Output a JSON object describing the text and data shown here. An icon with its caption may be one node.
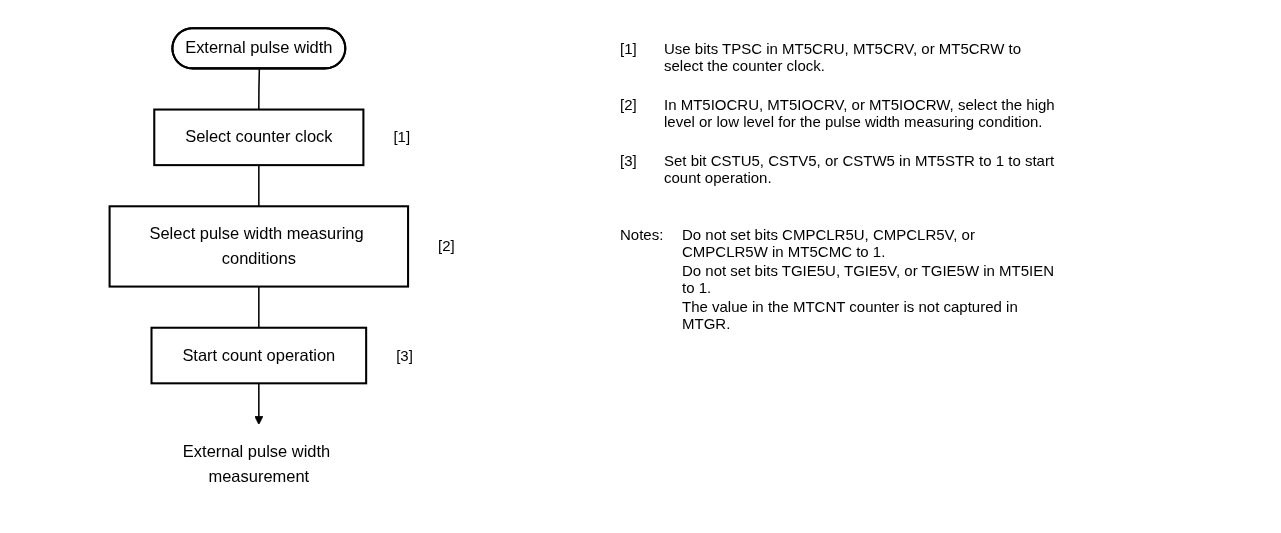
{
  "diagram": {
    "nodes": [
      {
        "text": [
          "External pulse width"
        ]
      },
      {
        "text": [
          "Select counter clock"
        ],
        "beside": [
          "[1]"
        ]
      },
      {
        "text": [
          "Select pulse width measuring conditions"
        ],
        "beside": [
          "[2]"
        ]
      },
      {
        "text": [
          "Start count operation"
        ],
        "beside": [
          "[3]"
        ]
      },
      {
        "text": [
          "External pulse width measurement"
        ]
      }
    ],
    "edges": [
      {
        "from": 0,
        "to": 1,
        "arrow": "none"
      },
      {
        "from": 1,
        "to": 2,
        "arrow": "none"
      },
      {
        "from": 2,
        "to": 3,
        "arrow": "none"
      },
      {
        "from": 3,
        "to": 4,
        "arrow": "to"
      }
    ],
    "labels": [
      "[1]",
      "Use bits TPSC in MT5CRU, MT5CRV, or MT5CRW to select the counter clock.",
      "[2]",
      "In MT5IOCRU, MT5IOCRV, or MT5IOCRW, select the high level or low level for the pulse width measuring condition.",
      "[3]",
      "Set bit CSTU5, CSTV5, or CSTW5 in MT5STR to 1 to start count operation.",
      "Notes:",
      "Do not set bits CMPCLR5U, CMPCLR5V, or CMPCLR5W in MT5CMC to 1.",
      "Do not set bits TGIE5U, TGIE5V, or TGIE5W in MT5IEN to 1.",
      "The value in the MTCNT counter is not captured in MTGR."
    ]
  }
}
